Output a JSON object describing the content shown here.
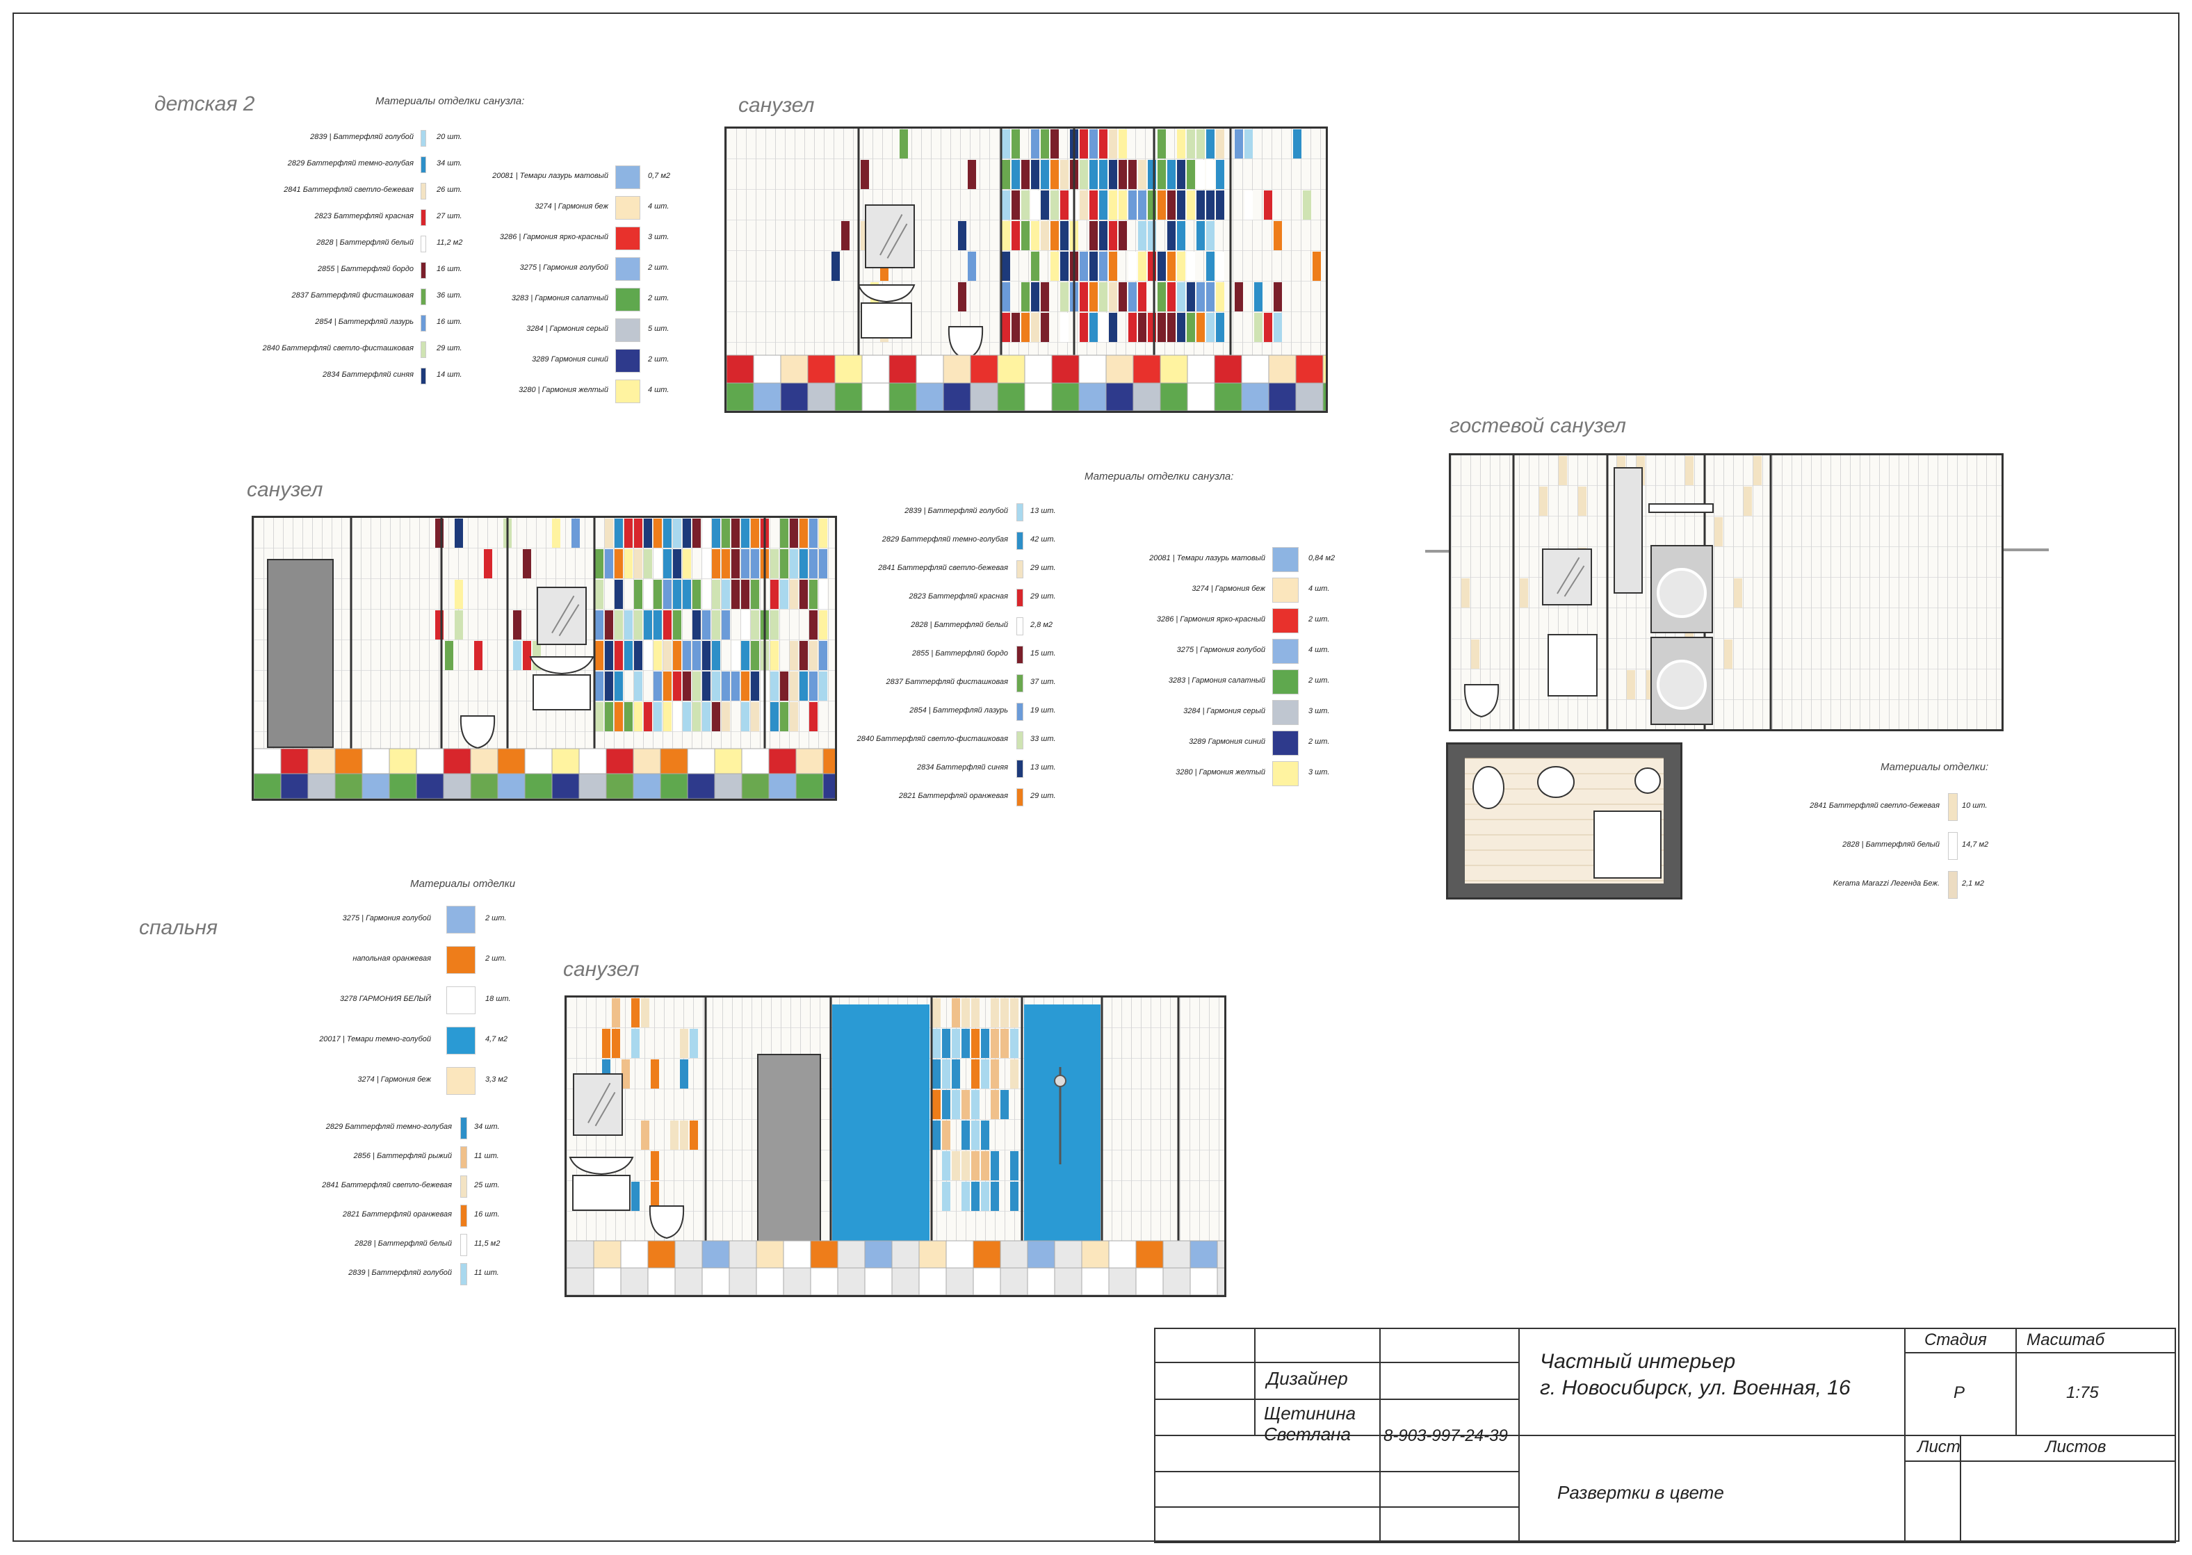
{
  "titles": {
    "kids2": "детская 2",
    "wc_top": "санузел",
    "wc_mid": "санузел",
    "guest_wc": "гостевой санузел",
    "bedroom": "спальня",
    "wc_bottom": "санузел"
  },
  "legend_kids": {
    "header": "Материалы отделки санузла:",
    "left": [
      {
        "label": "2839 | Баттерфляй голубой",
        "qty": "20 шт.",
        "color": "#a9d8ee"
      },
      {
        "label": "2829 Баттерфляй темно-голубая",
        "qty": "34 шт.",
        "color": "#2d8fc8"
      },
      {
        "label": "2841 Баттерфляй светло-бежевая",
        "qty": "26 шт.",
        "color": "#f3e3c3"
      },
      {
        "label": "2823 Баттерфляй красная",
        "qty": "27 шт.",
        "color": "#d8262c"
      },
      {
        "label": "2828 | Баттерфляй белый",
        "qty": "11,2 м2",
        "color": "#ffffff"
      },
      {
        "label": "2855 | Баттерфляй бордо",
        "qty": "16 шт.",
        "color": "#7a1f2a"
      },
      {
        "label": "2837 Баттерфляй фисташковая",
        "qty": "36 шт.",
        "color": "#6aa84f"
      },
      {
        "label": "2854 | Баттерфляй лазурь",
        "qty": "16 шт.",
        "color": "#6b9bd8"
      },
      {
        "label": "2840 Баттерфляй светло-фисташковая",
        "qty": "29 шт.",
        "color": "#cfe3b3"
      },
      {
        "label": "2834 Баттерфляй синяя",
        "qty": "14 шт.",
        "color": "#1d3a7a"
      }
    ],
    "right": [
      {
        "label": "20081 | Темари лазурь матовый",
        "qty": "0,7 м2",
        "color": "#8db4e2"
      },
      {
        "label": "3274 | Гармония беж",
        "qty": "4 шт.",
        "color": "#fbe6bd"
      },
      {
        "label": "3286 | Гармония ярко-красный",
        "qty": "3 шт.",
        "color": "#e8312c"
      },
      {
        "label": "3275 | Гармония голубой",
        "qty": "2 шт.",
        "color": "#8fb4e3"
      },
      {
        "label": "3283 | Гармония салатный",
        "qty": "2 шт.",
        "color": "#5fa84e"
      },
      {
        "label": "3284 | Гармония серый",
        "qty": "5 шт.",
        "color": "#bfc6d0"
      },
      {
        "label": "3289 Гармония синий",
        "qty": "2 шт.",
        "color": "#2e3a8c"
      },
      {
        "label": "3280 | Гармония желтый",
        "qty": "4 шт.",
        "color": "#fff3a0"
      }
    ]
  },
  "legend_mid": {
    "header": "Материалы отделки санузла:",
    "left": [
      {
        "label": "2839 | Баттерфляй голубой",
        "qty": "13 шт.",
        "color": "#a9d8ee"
      },
      {
        "label": "2829 Баттерфляй темно-голубая",
        "qty": "42 шт.",
        "color": "#2d8fc8"
      },
      {
        "label": "2841 Баттерфляй светло-бежевая",
        "qty": "29 шт.",
        "color": "#f3e3c3"
      },
      {
        "label": "2823 Баттерфляй красная",
        "qty": "29 шт.",
        "color": "#d8262c"
      },
      {
        "label": "2828 | Баттерфляй белый",
        "qty": "2,8 м2",
        "color": "#ffffff"
      },
      {
        "label": "2855 | Баттерфляй бордо",
        "qty": "15 шт.",
        "color": "#7a1f2a"
      },
      {
        "label": "2837 Баттерфляй фисташковая",
        "qty": "37 шт.",
        "color": "#6aa84f"
      },
      {
        "label": "2854 | Баттерфляй лазурь",
        "qty": "19 шт.",
        "color": "#6b9bd8"
      },
      {
        "label": "2840 Баттерфляй светло-фисташковая",
        "qty": "33 шт.",
        "color": "#cfe3b3"
      },
      {
        "label": "2834 Баттерфляй синяя",
        "qty": "13 шт.",
        "color": "#1d3a7a"
      },
      {
        "label": "2821 Баттерфляй оранжевая",
        "qty": "29 шт.",
        "color": "#ee7d1a"
      }
    ],
    "right": [
      {
        "label": "20081 | Темари лазурь матовый",
        "qty": "0,84 м2",
        "color": "#8db4e2"
      },
      {
        "label": "3274 | Гармония беж",
        "qty": "4 шт.",
        "color": "#fbe6bd"
      },
      {
        "label": "3286 | Гармония ярко-красный",
        "qty": "2 шт.",
        "color": "#e8312c"
      },
      {
        "label": "3275 | Гармония голубой",
        "qty": "4 шт.",
        "color": "#8fb4e3"
      },
      {
        "label": "3283 | Гармония салатный",
        "qty": "2 шт.",
        "color": "#5fa84e"
      },
      {
        "label": "3284 | Гармония серый",
        "qty": "3 шт.",
        "color": "#bfc6d0"
      },
      {
        "label": "3289 Гармония синий",
        "qty": "2 шт.",
        "color": "#2e3a8c"
      },
      {
        "label": "3280 | Гармония желтый",
        "qty": "3 шт.",
        "color": "#fff3a0"
      }
    ]
  },
  "legend_guest": {
    "header": "Материалы отделки:",
    "items": [
      {
        "label": "2841 Баттерфляй светло-бежевая",
        "qty": "10 шт.",
        "color": "#f3e3c3"
      },
      {
        "label": "2828 | Баттерфляй белый",
        "qty": "14,7 м2",
        "color": "#ffffff"
      },
      {
        "label": "Kerama Marazzi Легенда Беж.",
        "qty": "2,1 м2",
        "color": "#ecdcc2"
      }
    ]
  },
  "legend_bedroom": {
    "header": "Материалы отделки",
    "top": [
      {
        "label": "3275 | Гармония голубой",
        "qty": "2 шт.",
        "color": "#8fb4e3"
      },
      {
        "label": "напольная оранжевая",
        "qty": "2 шт.",
        "color": "#ee7d1a"
      },
      {
        "label": "3278 ГАРМОНИЯ БЕЛЫЙ",
        "qty": "18 шт.",
        "color": "#ffffff"
      },
      {
        "label": "20017 | Темари темно-голубой",
        "qty": "4,7 м2",
        "color": "#2a9ad4"
      },
      {
        "label": "3274 | Гармония беж",
        "qty": "3,3 м2",
        "color": "#fbe6bd"
      }
    ],
    "bottom": [
      {
        "label": "2829 Баттерфляй темно-голубая",
        "qty": "34 шт.",
        "color": "#2d8fc8"
      },
      {
        "label": "2856 | Баттерфляй рыжий",
        "qty": "11 шт.",
        "color": "#f0c08a"
      },
      {
        "label": "2841 Баттерфляй светло-бежевая",
        "qty": "25 шт.",
        "color": "#f3e3c3"
      },
      {
        "label": "2821 Баттерфляй оранжевая",
        "qty": "16 шт.",
        "color": "#ee7d1a"
      },
      {
        "label": "2828 | Баттерфляй белый",
        "qty": "11,5 м2",
        "color": "#ffffff"
      },
      {
        "label": "2839 | Баттерфляй голубой",
        "qty": "11 шт.",
        "color": "#a9d8ee"
      }
    ]
  },
  "stamp": {
    "role": "Дизайнер",
    "name1": "Щетинина",
    "name2": "Светлана",
    "phone": "8-903-997-24-39",
    "project1": "Частный интерьер",
    "project2": "г. Новосибирск, ул. Военная, 16",
    "sheet_title": "Развертки в цвете",
    "stage_label": "Стадия",
    "scale_label": "Масштаб",
    "stage": "Р",
    "scale": "1:75",
    "sheet_label": "Лист",
    "sheets_label": "Листов"
  },
  "colors": {
    "palette": [
      "#d8262c",
      "#2d8fc8",
      "#6aa84f",
      "#ee7d1a",
      "#1d3a7a",
      "#7a1f2a",
      "#a9d8ee",
      "#f3e3c3",
      "#cfe3b3",
      "#6b9bd8",
      "#fff3a0",
      "#ffffff"
    ],
    "floor_top": [
      "#d8262c",
      "#ffffff",
      "#fbe6bd",
      "#e8312c",
      "#fff3a0"
    ],
    "floor_bottom": [
      "#5fa84e",
      "#8fb4e3",
      "#2e3a8c",
      "#bfc6d0"
    ]
  }
}
